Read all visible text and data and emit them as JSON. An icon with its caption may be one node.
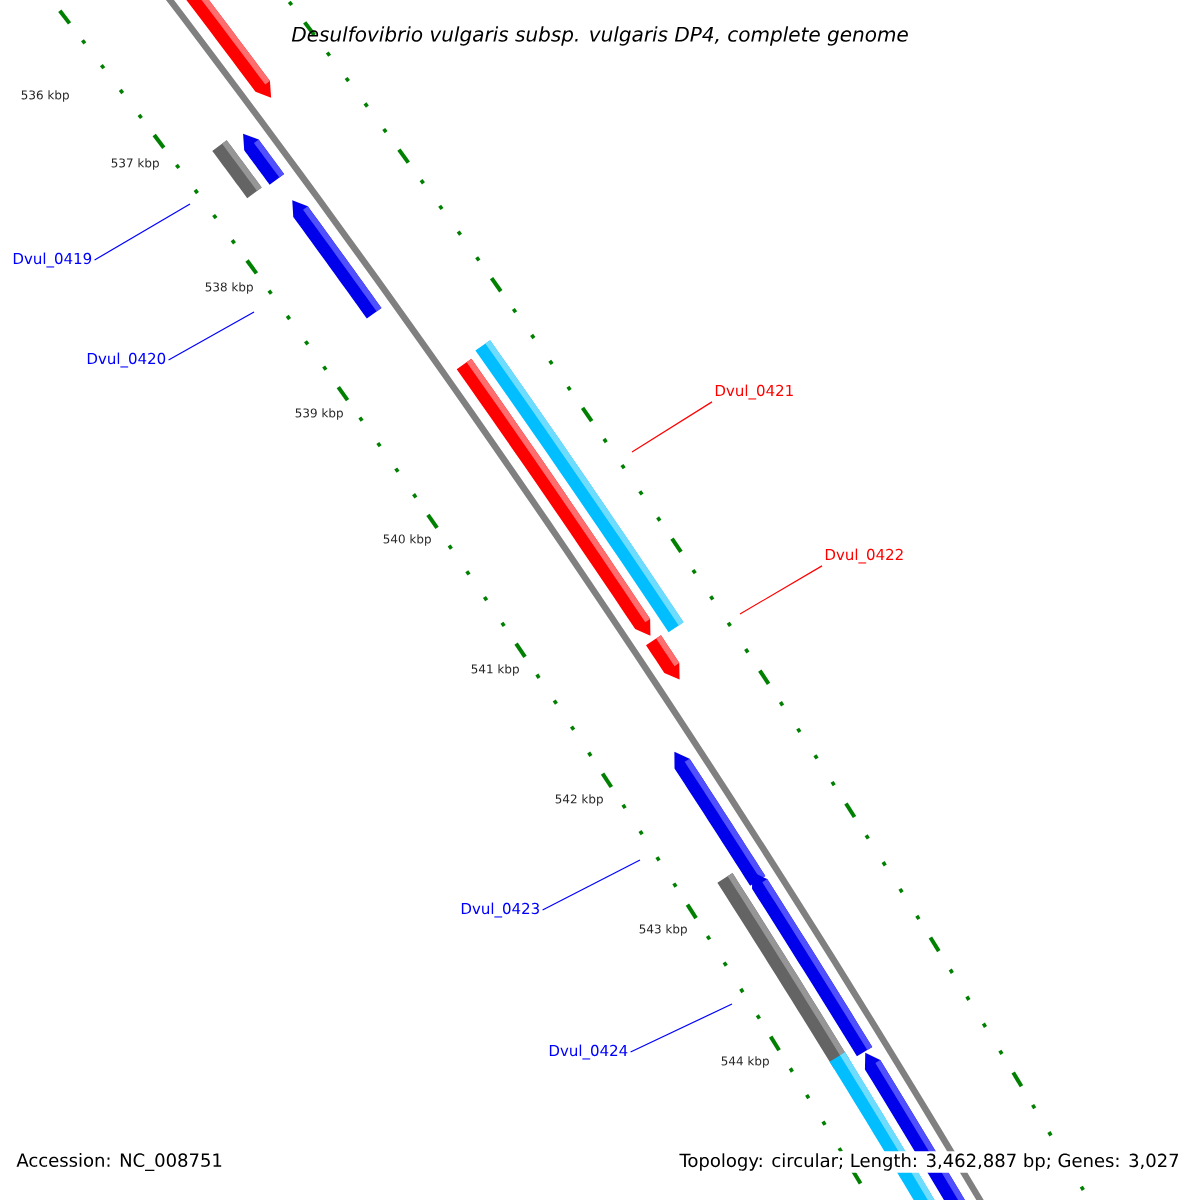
{
  "diagram": {
    "title": "Desulfovibrio vulgaris subsp. vulgaris DP4, complete genome",
    "nodes": [
      {
        "text": [
          "Dvul_0419"
        ]
      },
      {
        "text": [
          "Dvul_0420"
        ]
      },
      {
        "text": [
          "Dvul_0421"
        ]
      },
      {
        "text": [
          "Dvul_0422"
        ]
      },
      {
        "text": [
          "Dvul_0423"
        ]
      },
      {
        "text": [
          "Dvul_0424"
        ]
      }
    ],
    "edges": [
      {
        "from": 0,
        "to": null,
        "arrow": "none"
      },
      {
        "from": 1,
        "to": null,
        "arrow": "none"
      },
      {
        "from": 2,
        "to": null,
        "arrow": "none",
        "color": "#ff0000"
      },
      {
        "from": 3,
        "to": null,
        "arrow": "none",
        "color": "#ff0000"
      },
      {
        "from": 4,
        "to": null,
        "arrow": "none"
      },
      {
        "from": 5,
        "to": null,
        "arrow": "none"
      }
    ],
    "labels": [
      "536 kbp",
      "537 kbp",
      "538 kbp",
      "539 kbp",
      "540 kbp",
      "541 kbp",
      "542 kbp",
      "543 kbp",
      "544 kbp",
      "Accession: NC_008751",
      "Topology: circular; Length: 3,462,887 bp; Genes: 3,027"
    ]
  }
}
